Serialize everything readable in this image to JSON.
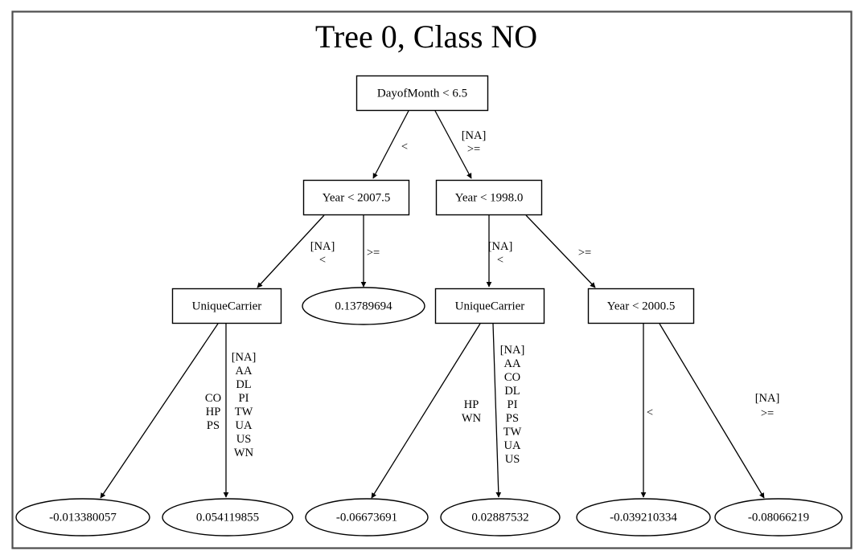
{
  "title": "Tree 0, Class NO",
  "frame": {
    "border_color": "#4d4d4d",
    "background": "#ffffff"
  },
  "nodes": {
    "root": "DayofMonth < 6.5",
    "n_left": "Year < 2007.5",
    "n_right": "Year < 1998.0",
    "n_ll": "UniqueCarrier",
    "n_lr": "0.13789694",
    "n_rl": "UniqueCarrier",
    "n_rr": "Year < 2000.5"
  },
  "leaves": {
    "leaf1": "-0.013380057",
    "leaf2": "0.054119855",
    "leaf3": "-0.06673691",
    "leaf4": "0.02887532",
    "leaf5": "-0.039210334",
    "leaf6": "-0.08066219"
  },
  "edges": {
    "root_left": [
      "<"
    ],
    "root_right": [
      "[NA]",
      ">="
    ],
    "left_left": [
      "[NA]",
      "<"
    ],
    "left_right": [
      ">="
    ],
    "right_left": [
      "[NA]",
      "<"
    ],
    "right_right": [
      ">="
    ],
    "ll_left": [
      "CO",
      "HP",
      "PS"
    ],
    "ll_right": [
      "[NA]",
      "AA",
      "DL",
      "PI",
      "TW",
      "UA",
      "US",
      "WN"
    ],
    "rl_left": [
      "HP",
      "WN"
    ],
    "rl_right": [
      "[NA]",
      "AA",
      "CO",
      "DL",
      "PI",
      "PS",
      "TW",
      "UA",
      "US"
    ],
    "rr_left": [
      "<"
    ],
    "rr_right": [
      "[NA]",
      ">="
    ]
  },
  "edge_label_text": {
    "root_left": "<",
    "root_right_l1": "[NA]",
    "root_right_l2": ">=",
    "left_left_l1": "[NA]",
    "left_left_l2": "<",
    "left_right": ">=",
    "right_left_l1": "[NA]",
    "right_left_l2": "<",
    "right_right": ">=",
    "ll_left_l1": "CO",
    "ll_left_l2": "HP",
    "ll_left_l3": "PS",
    "ll_right_l1": "[NA]",
    "ll_right_l2": "AA",
    "ll_right_l3": "DL",
    "ll_right_l4": "PI",
    "ll_right_l5": "TW",
    "ll_right_l6": "UA",
    "ll_right_l7": "US",
    "ll_right_l8": "WN",
    "rl_left_l1": "HP",
    "rl_left_l2": "WN",
    "rl_right_l1": "[NA]",
    "rl_right_l2": "AA",
    "rl_right_l3": "CO",
    "rl_right_l4": "DL",
    "rl_right_l5": "PI",
    "rl_right_l6": "PS",
    "rl_right_l7": "TW",
    "rl_right_l8": "UA",
    "rl_right_l9": "US",
    "rr_left": "<",
    "rr_right_l1": "[NA]",
    "rr_right_l2": ">="
  }
}
